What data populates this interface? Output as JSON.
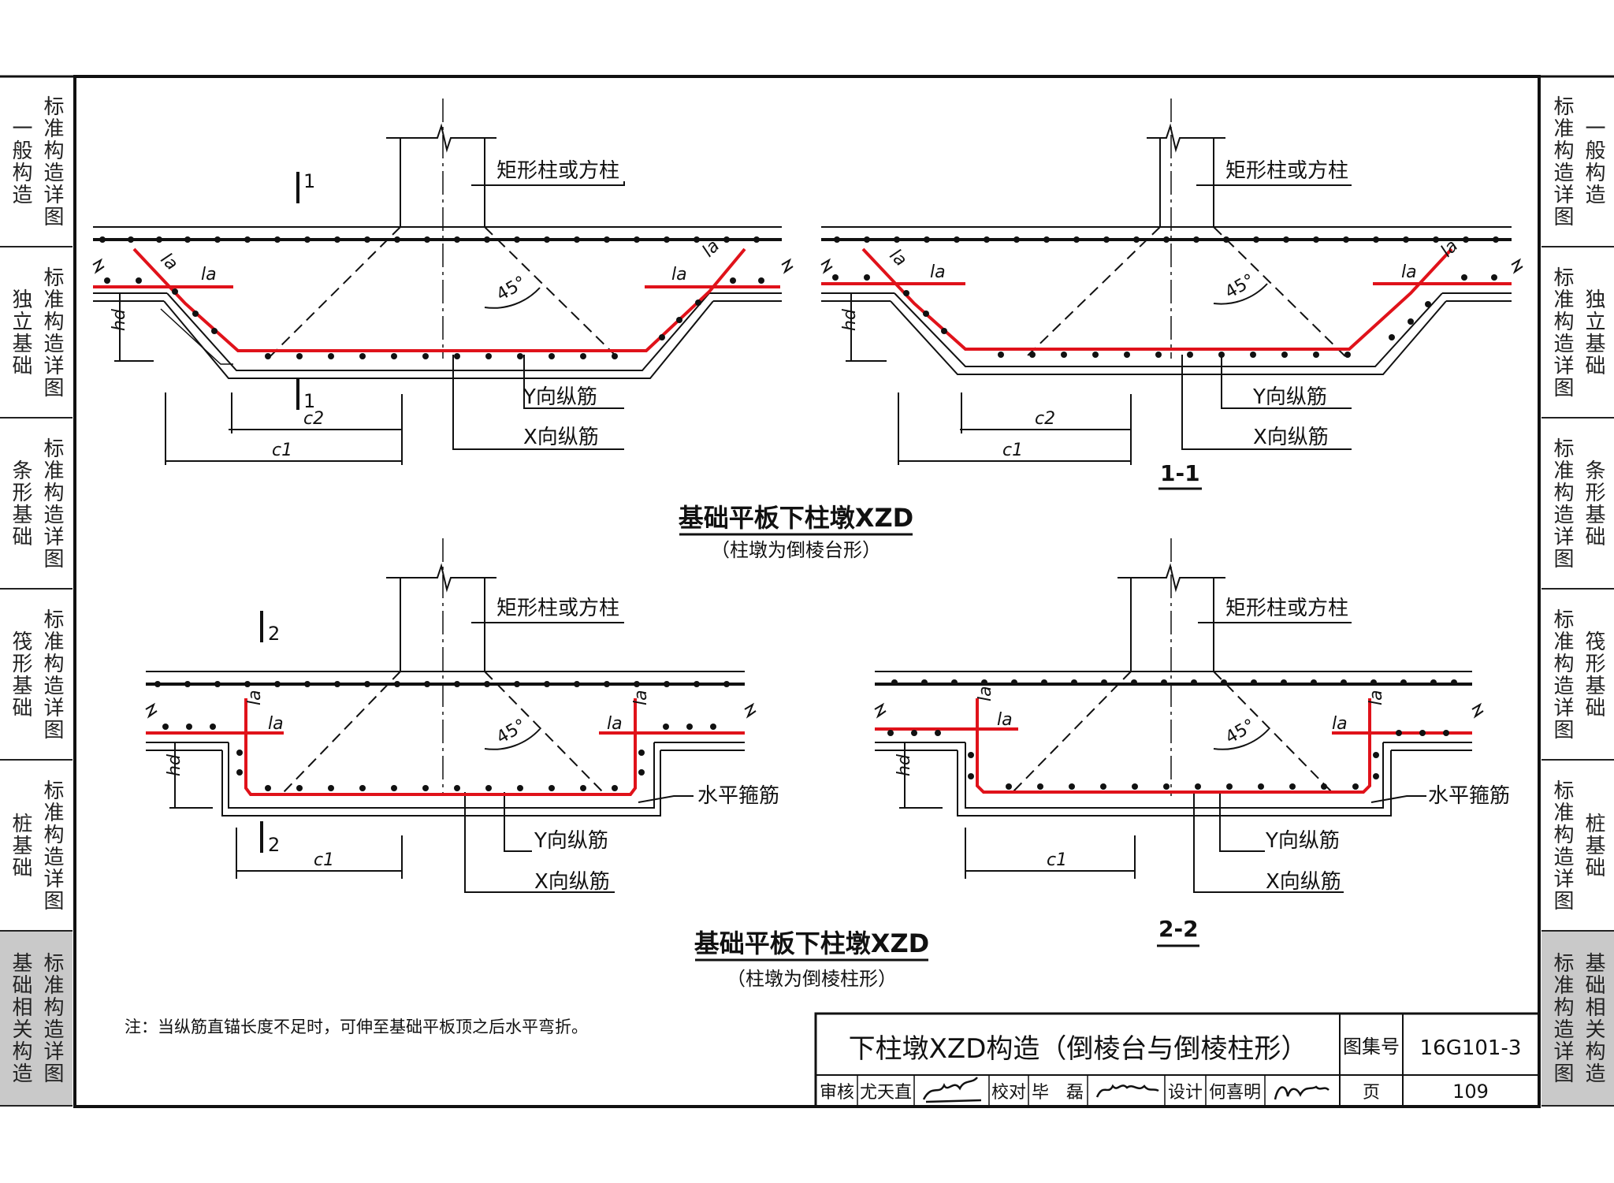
{
  "side_tabs": [
    {
      "id": "general",
      "subject": "一般构造",
      "kind": "标准构造详图",
      "active": false
    },
    {
      "id": "isolated",
      "subject": "独立基础",
      "kind": "标准构造详图",
      "active": false
    },
    {
      "id": "strip",
      "subject": "条形基础",
      "kind": "标准构造详图",
      "active": false
    },
    {
      "id": "raft",
      "subject": "筏形基础",
      "kind": "标准构造详图",
      "active": false
    },
    {
      "id": "pile",
      "subject": "桩基础",
      "kind": "标准构造详图",
      "active": false
    },
    {
      "id": "related",
      "subject": "基础相关构造",
      "kind": "标准构造详图",
      "active": true
    }
  ],
  "labels": {
    "column": "矩形柱或方柱",
    "y_bar": "Y向纵筋",
    "x_bar": "X向纵筋",
    "stirrup": "水平箍筋",
    "angle": "45°",
    "la": "la",
    "hd": "hd",
    "c1": "c1",
    "c2": "c2",
    "mark1": "1",
    "mark2": "2"
  },
  "sections": {
    "s1": "1-1",
    "s2": "2-2"
  },
  "titles": {
    "top_main": "基础平板下柱墩XZD",
    "top_sub": "（柱墩为倒棱台形）",
    "bottom_main": "基础平板下柱墩XZD",
    "bottom_sub": "（柱墩为倒棱柱形）"
  },
  "note": "注：当纵筋直锚长度不足时，可伸至基础平板顶之后水平弯折。",
  "title_block": {
    "title": "下柱墩XZD构造（倒棱台与倒棱柱形）",
    "atlas_label": "图集号",
    "atlas_no": "16G101-3",
    "review_label": "审核",
    "reviewer": "尤天直",
    "check_label": "校对",
    "checker": "毕　磊",
    "design_label": "设计",
    "designer": "何喜明",
    "page_label": "页",
    "page_no": "109"
  },
  "colors": {
    "rebar": "#e0121a",
    "line": "#111111",
    "active_tab": "#c9c9c9"
  }
}
